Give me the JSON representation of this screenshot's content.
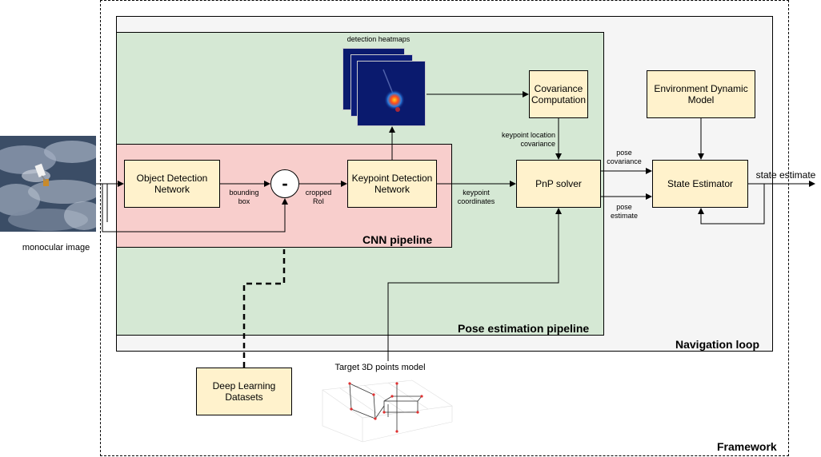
{
  "regions": {
    "framework": "Framework",
    "navigation_loop": "Navigation loop",
    "pose_pipeline": "Pose estimation pipeline",
    "cnn_pipeline": "CNN pipeline"
  },
  "nodes": {
    "object_detection": "Object Detection Network",
    "subtract_op": "-",
    "keypoint_detection": "Keypoint Detection Network",
    "covariance": "Covariance Computation",
    "pnp": "PnP solver",
    "env_model": "Environment Dynamic Model",
    "state_estimator": "State Estimator",
    "datasets": "Deep Learning Datasets"
  },
  "labels": {
    "monocular_image": "monocular image",
    "detection_heatmaps": "detection heatmaps",
    "bounding_box_1": "bounding",
    "bounding_box_2": "box",
    "cropped_roi_1": "cropped",
    "cropped_roi_2": "RoI",
    "keypoint_coords_1": "keypoint",
    "keypoint_coords_2": "coordinates",
    "kp_cov_1": "keypoint location",
    "kp_cov_2": "covariance",
    "pose_cov_1": "pose",
    "pose_cov_2": "covariance",
    "pose_est_1": "pose",
    "pose_est_2": "estimate",
    "state_estimate": "state estimate",
    "target_model": "Target 3D points model"
  },
  "colors": {
    "framework_bg": "#ffffff",
    "navigation_bg": "#f5f5f5",
    "pose_bg": "#d5e8d4",
    "cnn_bg": "#f8cecc",
    "node_fill": "#fff2cc",
    "heatmap_bg": "#0a1a6e",
    "earth_bg": "#3b4d66"
  }
}
